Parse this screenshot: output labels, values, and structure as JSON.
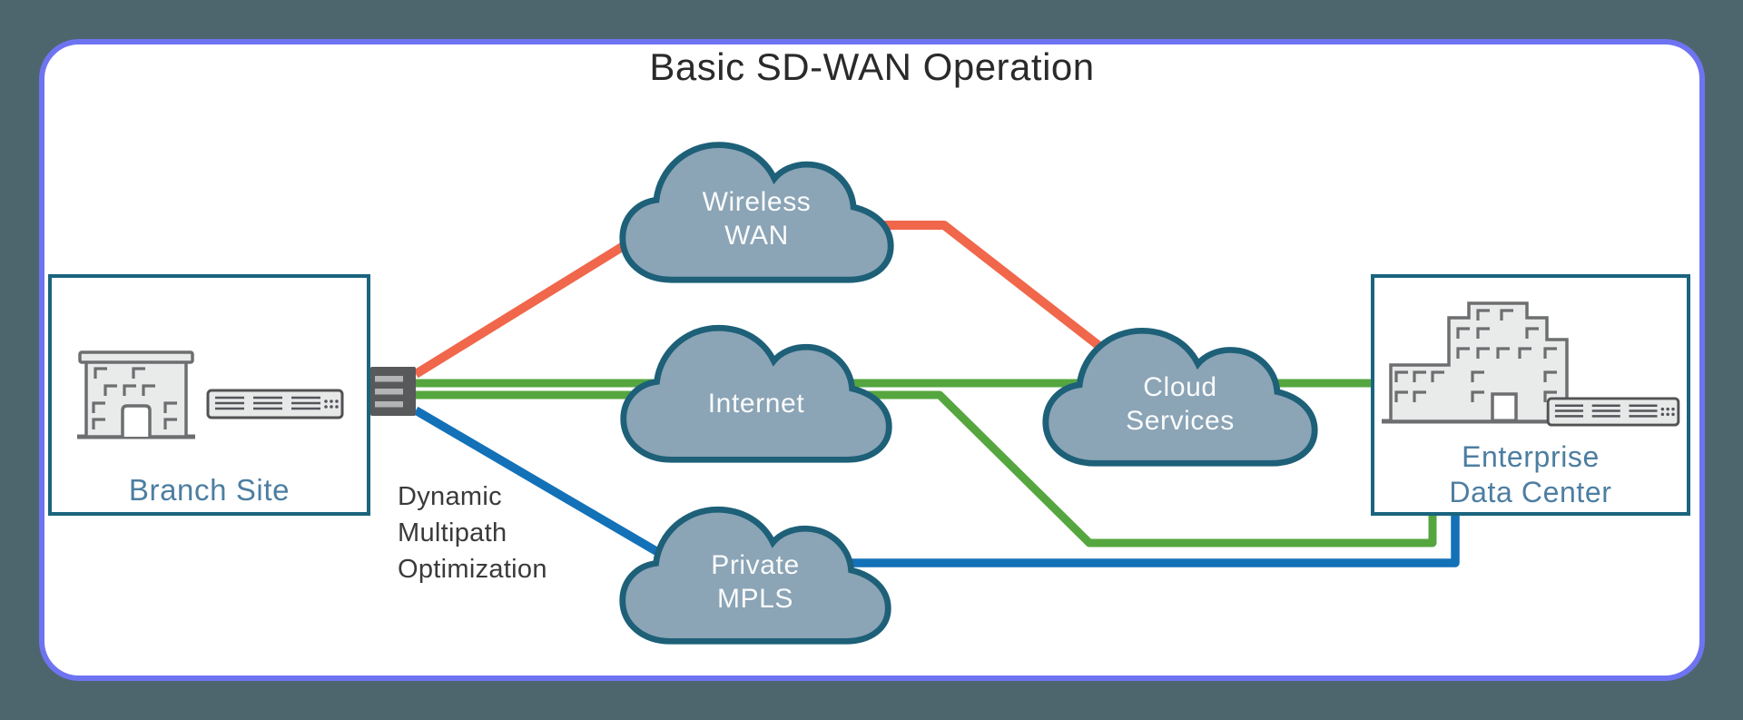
{
  "title": "Basic SD-WAN Operation",
  "branch": {
    "label": "Branch Site"
  },
  "datacenter": {
    "line1": "Enterprise",
    "line2": "Data Center"
  },
  "clouds": {
    "wireless_wan": {
      "line1": "Wireless",
      "line2": "WAN"
    },
    "internet": {
      "line1": "Internet",
      "line2": ""
    },
    "private_mpls": {
      "line1": "Private",
      "line2": "MPLS"
    },
    "cloud_services": {
      "line1": "Cloud",
      "line2": "Services"
    }
  },
  "annotation": {
    "line1": "Dynamic",
    "line2": "Multipath",
    "line3": "Optimization"
  },
  "icons": [
    "office-building-icon",
    "edge-router-icon",
    "wan-ports-connector-icon",
    "datacenter-building-icon",
    "datacenter-router-icon",
    "cloud-shape"
  ],
  "colors": {
    "canvas-bg": "#4d666d",
    "panel-border": "#6e74f1",
    "box-border": "#1a647e",
    "cloud-fill": "#8ba4b6",
    "cloud-stroke": "#1d6078",
    "label-blue": "#4d7ea1",
    "title-color": "#2a2a2a",
    "annotation-color": "#3a3a3a",
    "link-orange": "#f0674b",
    "link-green": "#55a63f",
    "link-blue": "#1371b8",
    "icon-gray": "#6d6e70",
    "icon-fill": "#e9eaea",
    "connector-gray": "#58595b",
    "connector-slot": "#b3b4b5"
  }
}
